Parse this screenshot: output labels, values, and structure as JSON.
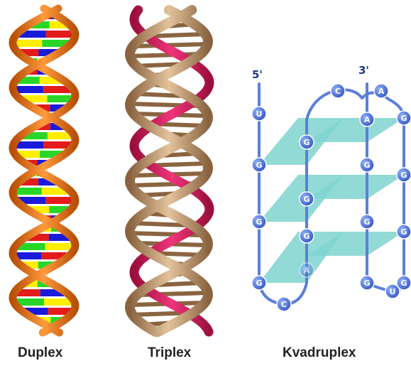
{
  "captions": {
    "duplex": "Duplex",
    "triplex": "Triplex",
    "quadruplex": "Kvadruplex"
  },
  "strand_ends": {
    "five_prime": "5'",
    "three_prime": "3'"
  },
  "colors": {
    "duplex_backbone": "#e8731c",
    "duplex_bases": [
      "#1a1adb",
      "#ffee00",
      "#e31b1b",
      "#28d628"
    ],
    "triplex_backbone": "#c49a6c",
    "triplex_third_strand": "#d61e5c",
    "quadruplex_strand": "#5b7fd8",
    "quadruplex_plane": "#7fd3cf",
    "nucleotide_fill": "#4d72d6"
  },
  "quadruplex": {
    "nucleotides": [
      {
        "id": "u-left",
        "letter": "U"
      },
      {
        "id": "g-l1",
        "letter": "G"
      },
      {
        "id": "g-l2",
        "letter": "G"
      },
      {
        "id": "g-l3",
        "letter": "G"
      },
      {
        "id": "c-bottom",
        "letter": "C"
      },
      {
        "id": "g-ml1",
        "letter": "G"
      },
      {
        "id": "g-ml2",
        "letter": "G"
      },
      {
        "id": "g-ml3",
        "letter": "G"
      },
      {
        "id": "a-faded",
        "letter": "A"
      },
      {
        "id": "c-top",
        "letter": "C"
      },
      {
        "id": "a-top",
        "letter": "A"
      },
      {
        "id": "a-mr",
        "letter": "A"
      },
      {
        "id": "g-mr1",
        "letter": "G"
      },
      {
        "id": "g-mr2",
        "letter": "G"
      },
      {
        "id": "g-mr3",
        "letter": "G"
      },
      {
        "id": "g-r1",
        "letter": "G"
      },
      {
        "id": "g-r2",
        "letter": "G"
      },
      {
        "id": "g-r3",
        "letter": "G"
      },
      {
        "id": "g-r4",
        "letter": "G"
      },
      {
        "id": "u-bottom",
        "letter": "U"
      }
    ]
  }
}
